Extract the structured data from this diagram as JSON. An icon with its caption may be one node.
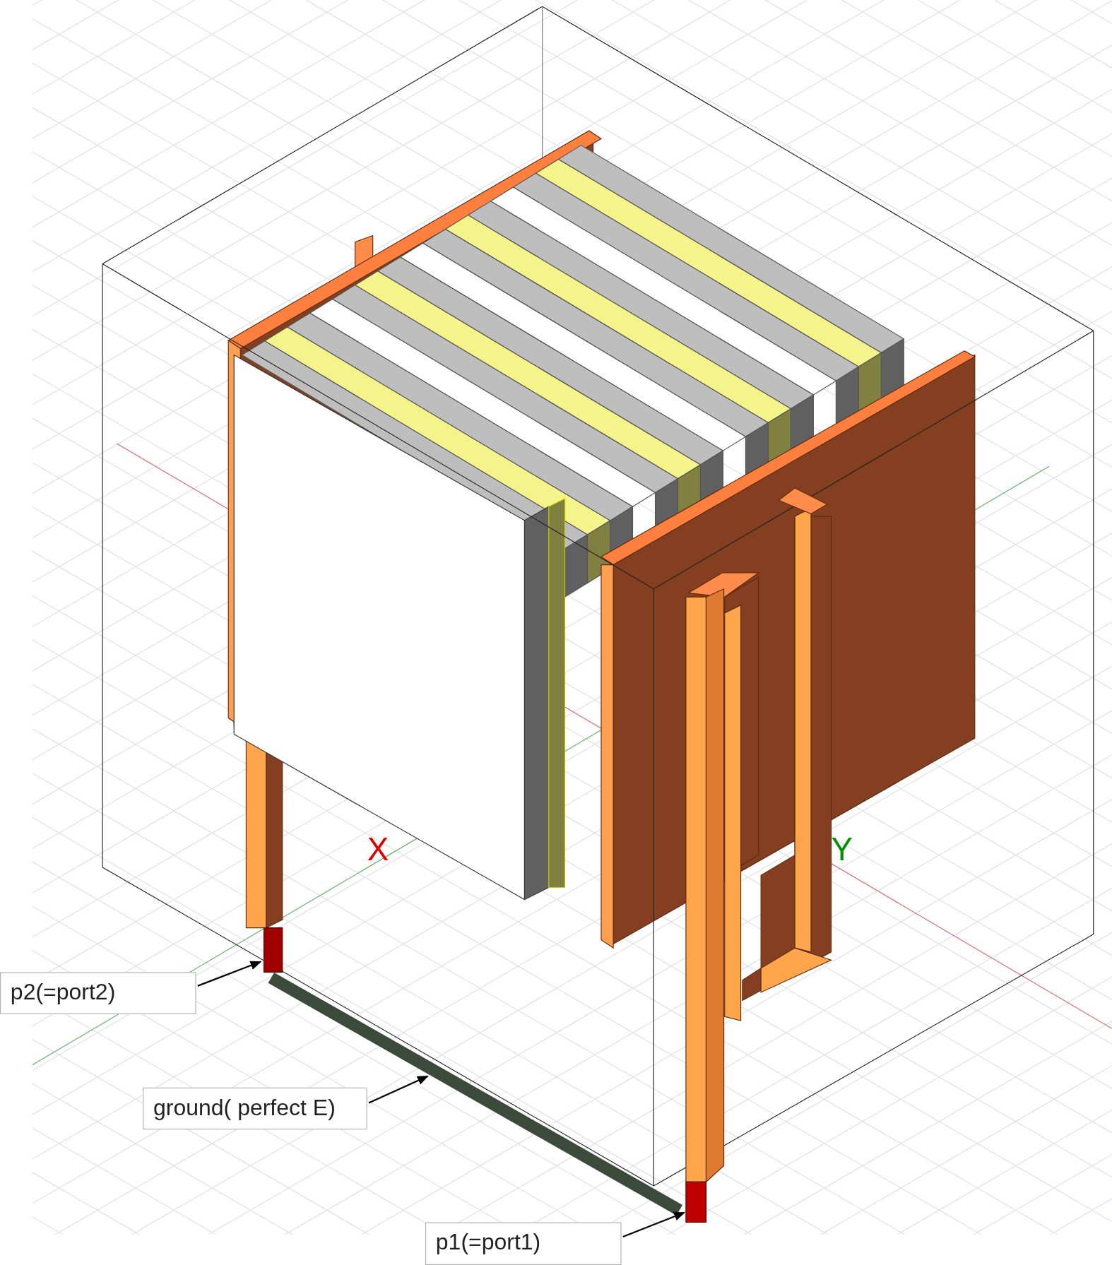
{
  "diagram": {
    "nodes": [
      {
        "text": [
          "p2(=port2)"
        ]
      },
      {
        "text": [],
        "shape": "box"
      },
      {
        "text": [
          "ground( perfect E)"
        ]
      },
      {
        "text": [],
        "shape": "bar"
      },
      {
        "text": [
          "p1(=port1)"
        ]
      },
      {
        "text": [],
        "shape": "box"
      }
    ],
    "edges": [
      {
        "from": 0,
        "to": 1,
        "arrow": "to"
      },
      {
        "from": 2,
        "to": 3,
        "arrow": "to"
      },
      {
        "from": 4,
        "to": 5,
        "arrow": "to"
      }
    ],
    "labels": [
      "X",
      "Y"
    ]
  }
}
